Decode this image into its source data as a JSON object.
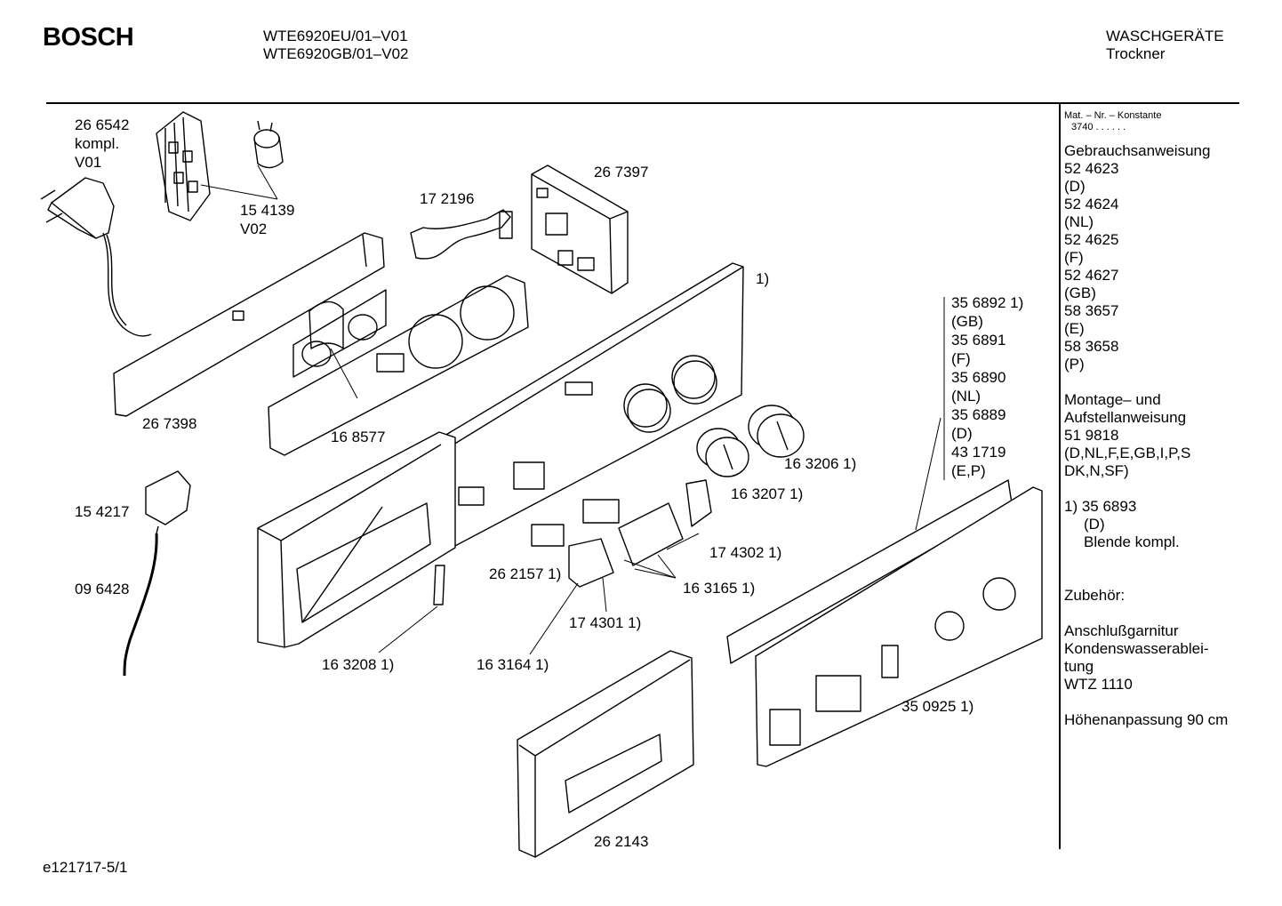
{
  "header": {
    "brand": "BOSCH",
    "model_1": "WTE6920EU/01–V01",
    "model_2": "WTE6920GB/01–V02",
    "category": "WASCHGERÄTE",
    "subcategory": "Trockner"
  },
  "footer": {
    "doc_id": "e121717-5/1"
  },
  "sidebar": {
    "mat_header": "Mat. – Nr. – Konstante",
    "mat_value": "3740  .  .  .  .  .  .",
    "manual_title": "Gebrauchsanweisung",
    "manuals": [
      {
        "code": "52 4623",
        "lang": "(D)"
      },
      {
        "code": "52 4624",
        "lang": "(NL)"
      },
      {
        "code": "52 4625",
        "lang": "(F)"
      },
      {
        "code": "52 4627",
        "lang": "(GB)"
      },
      {
        "code": "58 3657",
        "lang": "(E)"
      },
      {
        "code": "58 3658",
        "lang": "(P)"
      }
    ],
    "install_title_1": "Montage– und",
    "install_title_2": "Aufstellanweisung",
    "install_code": "51 9818",
    "install_langs_1": "(D,NL,F,E,GB,I,P,S",
    "install_langs_2": "DK,N,SF)",
    "note_code": "1)  35 6893",
    "note_lang": "(D)",
    "note_desc": "Blende kompl.",
    "accessories_title": "Zubehör:",
    "acc_1": "Anschlußgarnitur",
    "acc_2": "Kondenswasserablei-",
    "acc_3": "tung",
    "acc_4": "WTZ 1110",
    "acc_5": "Höhenanpassung 90 cm"
  },
  "parts": {
    "p266542": "26 6542",
    "p266542_a": "kompl.",
    "p266542_b": "V01",
    "p154139": "15 4139",
    "p154139_b": "V02",
    "p172196": "17 2196",
    "p267397": "26 7397",
    "p_note1": "1)",
    "p267398": "26 7398",
    "p168577": "16 8577",
    "p154217": "15 4217",
    "p096428": "09 6428",
    "p163206": "16 3206 1)",
    "p163207": "16 3207 1)",
    "p174302": "17 4302 1)",
    "p262157": "26 2157 1)",
    "p163165": "16 3165 1)",
    "p174301": "17 4301 1)",
    "p163208": "16 3208 1)",
    "p163164": "16 3164 1)",
    "p350925": "35 0925 1)",
    "p262143": "26 2143",
    "variants": [
      "35 6892 1)",
      "(GB)",
      "35 6891",
      "(F)",
      "35 6890",
      "(NL)",
      "35 6889",
      "(D)",
      "43 1719",
      "(E,P)"
    ]
  }
}
